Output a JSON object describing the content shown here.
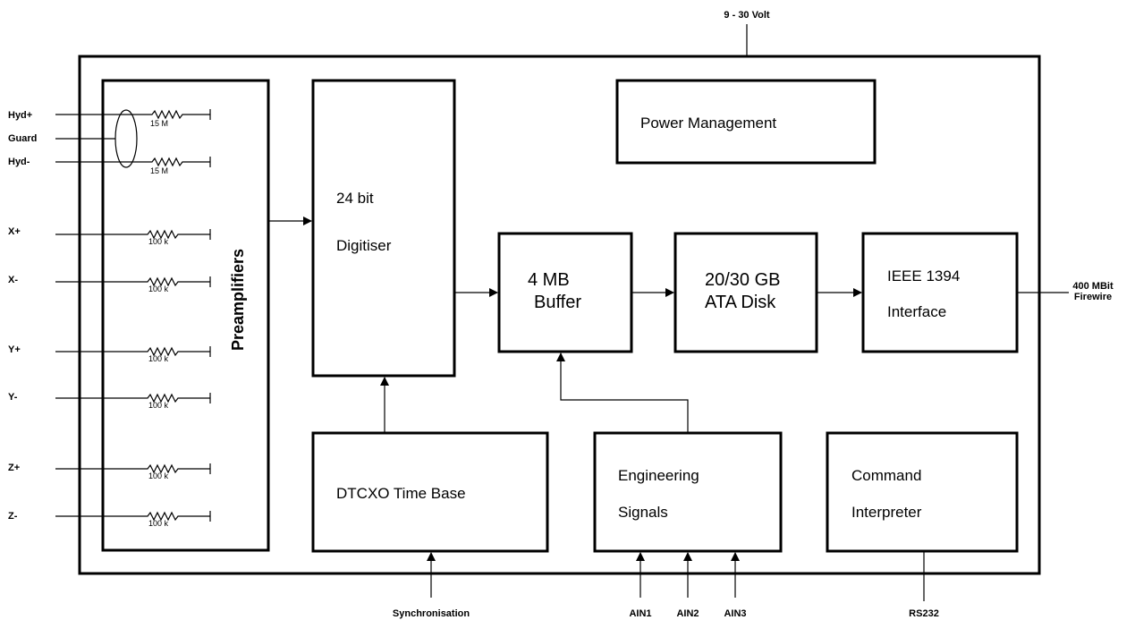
{
  "power_input": "9 - 30 Volt",
  "blocks": {
    "preamplifiers": "Preamplifiers",
    "digitiser_line1": "24 bit",
    "digitiser_line2": "Digitiser",
    "power_management": "Power Management",
    "buffer_line1": "4 MB",
    "buffer_line2": "Buffer",
    "disk_line1": "20/30 GB",
    "disk_line2": "ATA Disk",
    "ieee_line1": "IEEE 1394",
    "ieee_line2": "Interface",
    "timebase": "DTCXO Time Base",
    "eng_line1": "Engineering",
    "eng_line2": "Signals",
    "cmd_line1": "Command",
    "cmd_line2": "Interpreter"
  },
  "inputs": [
    "Hyd+",
    "Guard",
    "Hyd-",
    "X+",
    "X-",
    "Y+",
    "Y-",
    "Z+",
    "Z-"
  ],
  "resistors": [
    "15 M",
    "15 M",
    "100 k",
    "100 k",
    "100 k",
    "100 k",
    "100 k",
    "100 k"
  ],
  "outputs": {
    "firewire_line1": "400 MBit",
    "firewire_line2": "Firewire",
    "sync": "Synchronisation",
    "ain1": "AIN1",
    "ain2": "AIN2",
    "ain3": "AIN3",
    "rs232": "RS232"
  }
}
